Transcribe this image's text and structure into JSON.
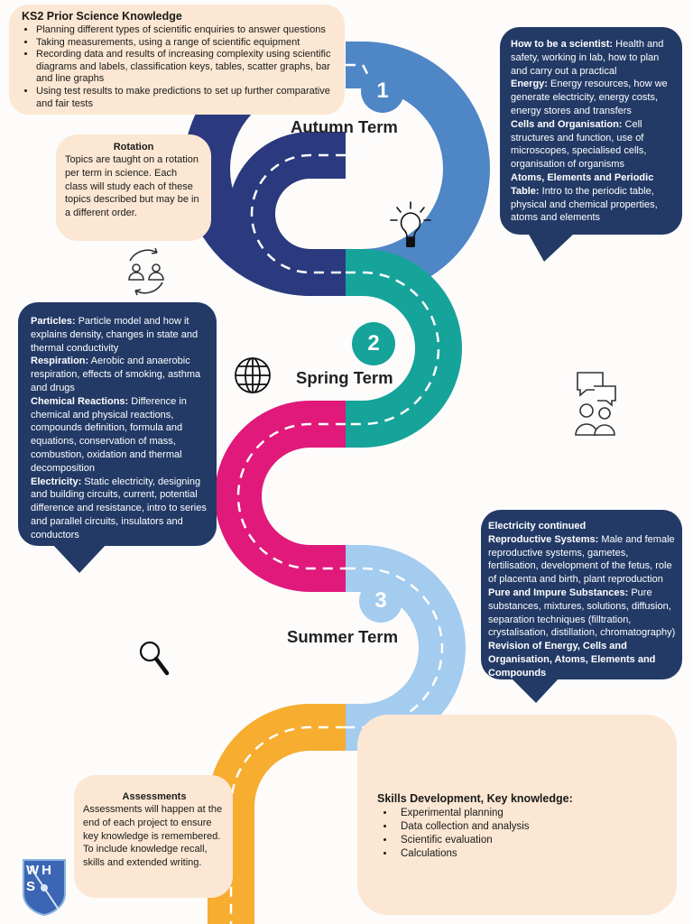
{
  "ks2": {
    "title": "KS2 Prior Science Knowledge",
    "items": [
      "Planning different types of scientific enquiries to answer questions",
      "Taking measurements, using a range of scientific equipment",
      "Recording data and results of increasing complexity using scientific diagrams and labels, classification keys, tables, scatter graphs, bar and line graphs",
      "Using test results to make predictions to set up further comparative and fair tests"
    ]
  },
  "rotation": {
    "title": "Rotation",
    "text": "Topics are taught on a rotation per term in science. Each class will study each of these topics described but may be in a different order."
  },
  "autumn": {
    "number": "1",
    "label": "Autumn Term",
    "topics": [
      {
        "heading": "How to be a scientist:",
        "text": " Health and safety, working in lab, how to plan and carry out a practical"
      },
      {
        "heading": "Energy:",
        "text": " Energy resources, how we generate electricity, energy costs, energy stores and transfers"
      },
      {
        "heading": "Cells and Organisation:",
        "text": " Cell structures and function, use of microscopes, specialised cells, organisation of organisms"
      },
      {
        "heading": "Atoms, Elements and Periodic Table:",
        "text": " Intro to the periodic table, physical and chemical properties, atoms and elements"
      }
    ]
  },
  "spring": {
    "number": "2",
    "label": "Spring Term",
    "topics": [
      {
        "heading": "Particles:",
        "text": " Particle model and how it explains density, changes in state and thermal conductivity"
      },
      {
        "heading": "Respiration:",
        "text": " Aerobic and anaerobic respiration, effects of smoking, asthma and drugs"
      },
      {
        "heading": "Chemical Reactions:",
        "text": " Difference in chemical and physical reactions, compounds definition, formula and equations, conservation of mass, combustion, oxidation and thermal decomposition"
      },
      {
        "heading": "Electricity:",
        "text": " Static electricity, designing and building circuits, current, potential difference and resistance, intro to series and parallel circuits, insulators and conductors"
      }
    ]
  },
  "summer": {
    "number": "3",
    "label": "Summer Term",
    "topics": [
      {
        "heading": "Electricity continued",
        "text": ""
      },
      {
        "heading": "Reproductive Systems:",
        "text": " Male and female reproductive systems, gametes, fertilisation, development of the fetus, role of placenta and birth, plant reproduction"
      },
      {
        "heading": "Pure and Impure Substances:",
        "text": " Pure substances, mixtures, solutions, diffusion, separation techniques (filltration, crystalisation, distillation, chromatography)"
      },
      {
        "heading": "Revision of Energy, Cells and Organisation, Atoms, Elements and Compounds",
        "text": ""
      }
    ]
  },
  "assessments": {
    "title": "Assessments",
    "text": "Assessments will happen at the end of each project to ensure key knowledge is remembered. To include knowledge recall, skills and extended writing."
  },
  "skills": {
    "title": "Skills Development, Key knowledge:",
    "items": [
      "Experimental planning",
      "Data collection and analysis",
      "Scientific evaluation",
      "Calculations"
    ]
  },
  "logo": {
    "text": "WHS"
  },
  "colors": {
    "autumn": "#4f86c6",
    "autumn_dark": "#2b3a7e",
    "spring": "#16a39a",
    "spring_pink": "#e0197a",
    "summer": "#a3ccef",
    "summer_orange": "#f6ad30",
    "navy_box": "#233a66",
    "cream_box": "#fbe7d3"
  },
  "icons": [
    "light-bulb-icon",
    "people-rotation-icon",
    "globe-icon",
    "discussion-icon",
    "magnifier-icon"
  ]
}
